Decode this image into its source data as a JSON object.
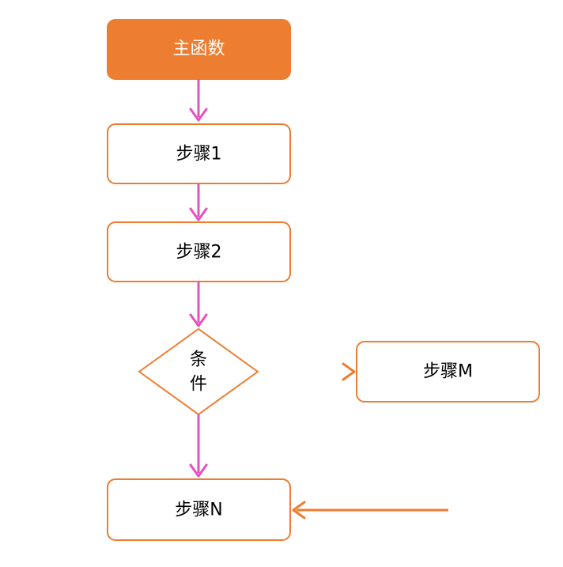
{
  "colors": {
    "accent": "#ED7D31",
    "node_border": "#ED7D31",
    "node_fill": "#FFFFFF",
    "text_dark": "#000000",
    "text_light": "#FFFFFF",
    "arrow_pink": "#E94FC0",
    "arrow_orange": "#ED7D31"
  },
  "nodes": {
    "main": {
      "label": "主函数"
    },
    "step1": {
      "label": "步骤1"
    },
    "step2": {
      "label": "步骤2"
    },
    "condition": {
      "line1": "条",
      "line2": "件"
    },
    "stepM": {
      "label": "步骤M"
    },
    "stepN": {
      "label": "步骤N"
    }
  }
}
